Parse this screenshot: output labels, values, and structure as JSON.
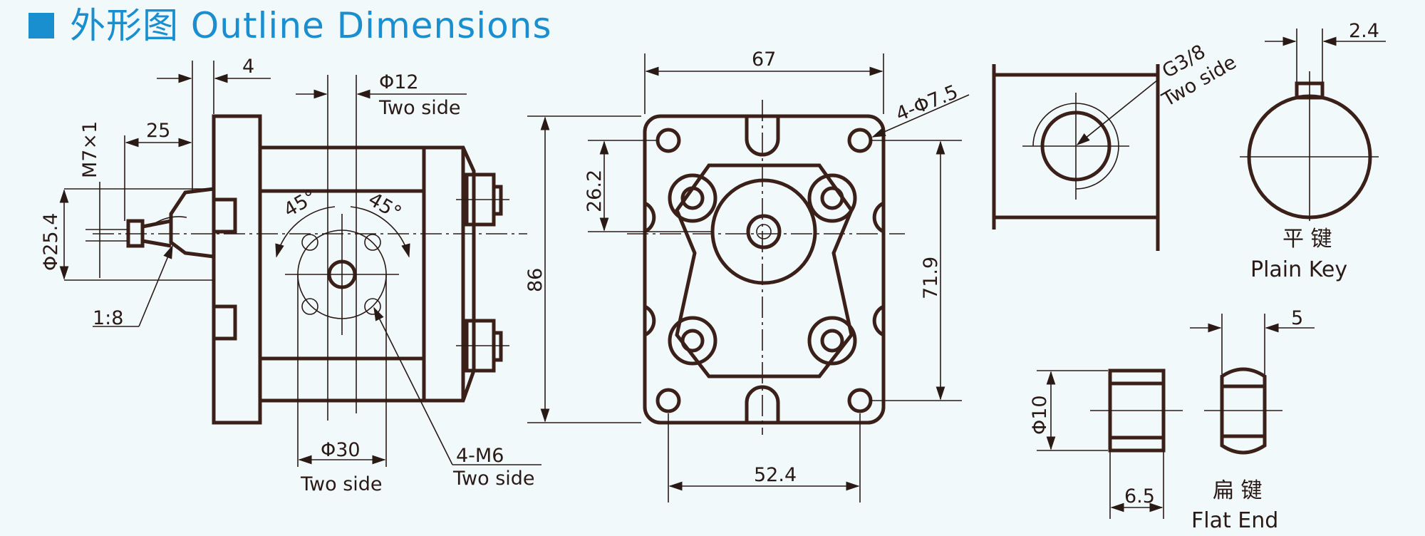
{
  "header": {
    "title": "外形图 Outline Dimensions",
    "color": "#1a8fd0"
  },
  "side_view": {
    "dim_4": "4",
    "dim_25": "25",
    "dim_m7": "M7×1",
    "dim_phi25_4": "Φ25.4",
    "dim_taper": "1:8",
    "dim_phi12": "Φ12",
    "dim_phi12_note": "Two side",
    "dim_angle_left": "45°",
    "dim_angle_right": "45°",
    "dim_phi30": "Φ30",
    "dim_phi30_note": "Two side",
    "dim_m6": "4-M6",
    "dim_m6_note": "Two side"
  },
  "front_view": {
    "dim_67": "67",
    "dim_86": "86",
    "dim_26_2": "26.2",
    "dim_71_9": "71.9",
    "dim_52_4": "52.4",
    "dim_holes": "4-Φ7.5"
  },
  "port_view": {
    "dim_g38": "G3/8",
    "dim_g38_note": "Two side"
  },
  "plain_key": {
    "dim_2_4": "2.4",
    "label_cn": "平 键",
    "label_en": "Plain Key"
  },
  "flat_end": {
    "dim_5": "5",
    "dim_phi10": "Φ10",
    "dim_6_5": "6.5",
    "label_cn": "扁 键",
    "label_en": "Flat End"
  },
  "colors": {
    "background": "#f2f9fb",
    "line": "#3a2018",
    "accent": "#1a8fd0"
  }
}
